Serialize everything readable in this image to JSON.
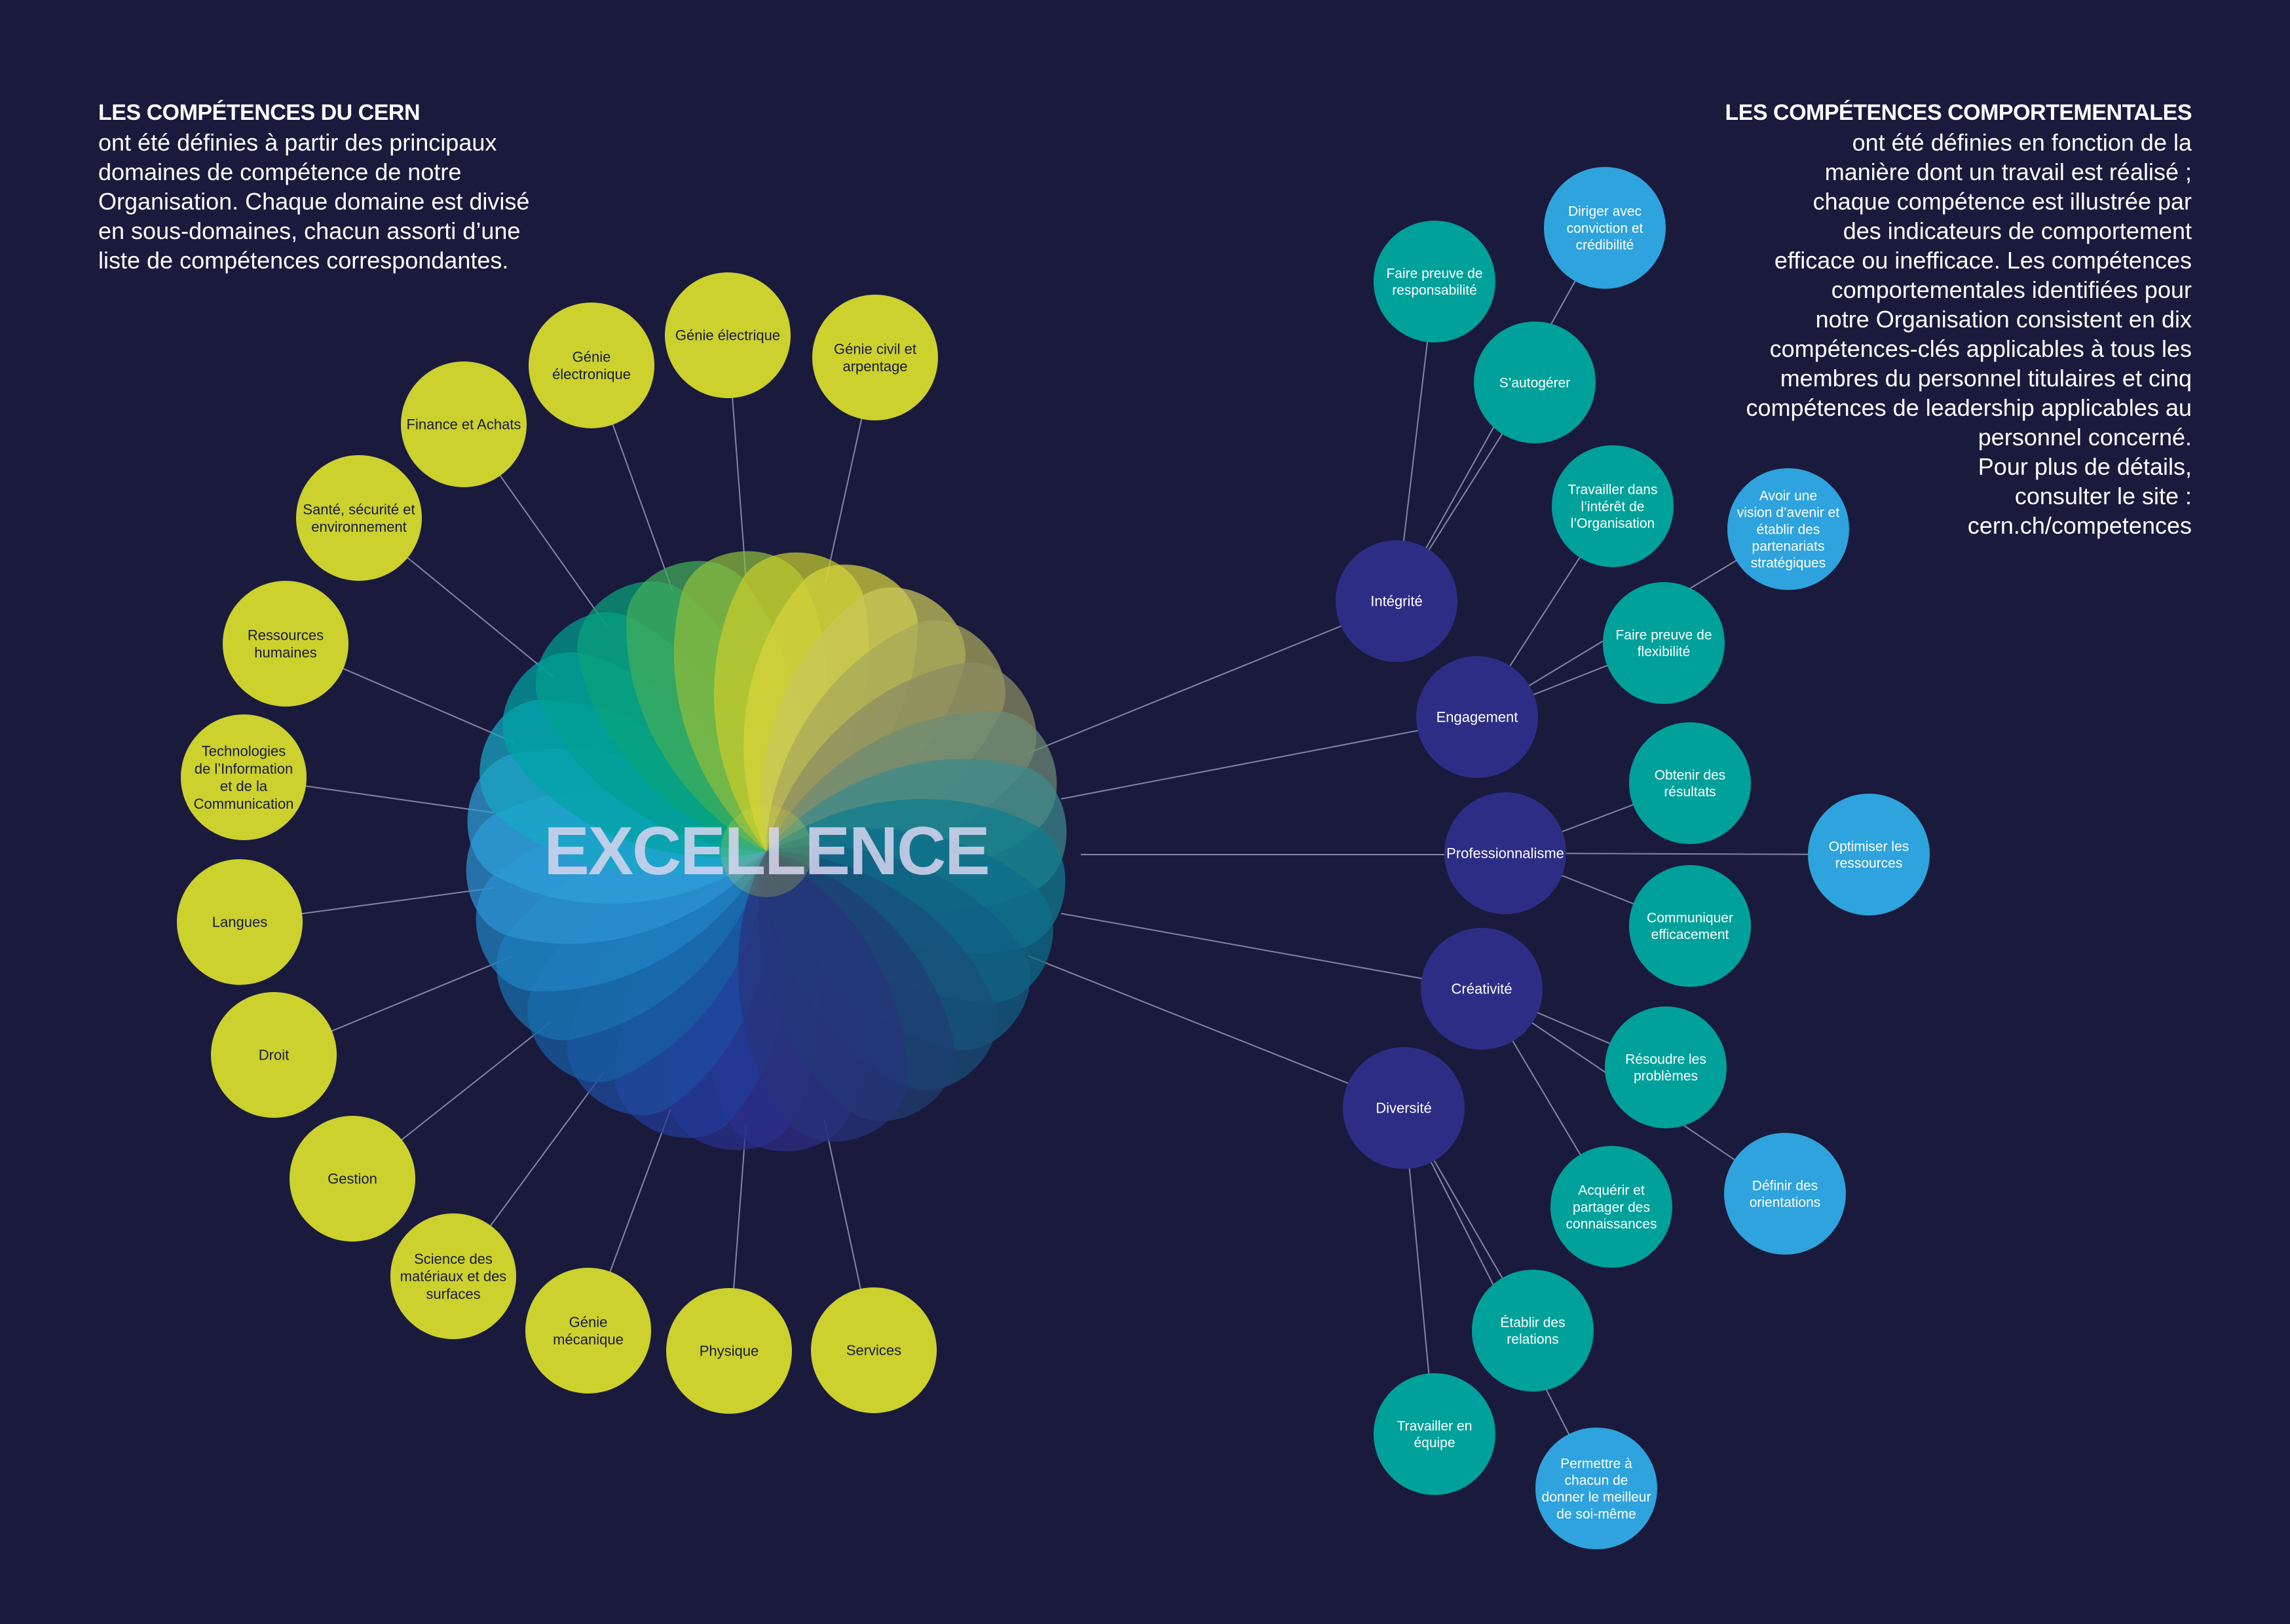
{
  "left_text": {
    "heading": "LES COMPÉTENCES DU CERN",
    "lines": [
      "ont été définies à partir des principaux",
      "domaines de compétence de notre",
      "Organisation. Chaque domaine est divisé",
      "en sous-domaines, chacun assorti d’une",
      "liste de compétences correspondantes."
    ]
  },
  "right_text": {
    "heading": "LES COMPÉTENCES COMPORTEMENTALES",
    "lines": [
      "ont été définies en fonction de la",
      "manière dont un travail est réalisé ;",
      "chaque compétence est illustrée par",
      "des indicateurs de comportement",
      "efficace ou inefficace. Les compétences",
      "comportementales identifiées pour",
      "notre Organisation consistent en dix",
      "compétences-clés applicables à tous les",
      "membres du personnel titulaires et cinq",
      "compétences de leadership applicables au",
      "personnel concerné.",
      "Pour plus de détails,",
      "consulter le site :",
      "cern.ch/competences"
    ]
  },
  "center": {
    "label": "EXCELLENCE"
  },
  "colors": {
    "background": "#1a1a3d",
    "domain": "#ccd12d",
    "core": "#2e2d86",
    "teal": "#00a19a",
    "blue": "#2ea3dd",
    "line": "#a7a9c8"
  },
  "domains": [
    {
      "label": [
        "Génie",
        "électronique"
      ]
    },
    {
      "label": [
        "Génie électrique"
      ]
    },
    {
      "label": [
        "Génie civil et",
        "arpentage"
      ]
    },
    {
      "label": [
        "Finance et Achats"
      ]
    },
    {
      "label": [
        "Santé, sécurité et",
        "environnement"
      ]
    },
    {
      "label": [
        "Ressources",
        "humaines"
      ]
    },
    {
      "label": [
        "Technologies",
        "de l’Information",
        "et de la",
        "Communication"
      ]
    },
    {
      "label": [
        "Langues"
      ]
    },
    {
      "label": [
        "Droit"
      ]
    },
    {
      "label": [
        "Gestion"
      ]
    },
    {
      "label": [
        "Science des",
        "matériaux et des",
        "surfaces"
      ]
    },
    {
      "label": [
        "Génie",
        "mécanique"
      ]
    },
    {
      "label": [
        "Physique"
      ]
    },
    {
      "label": [
        "Services"
      ]
    }
  ],
  "core_competencies": [
    {
      "label": [
        "Intégrité"
      ]
    },
    {
      "label": [
        "Engagement"
      ]
    },
    {
      "label": [
        "Professionnalisme"
      ]
    },
    {
      "label": [
        "Créativité"
      ]
    },
    {
      "label": [
        "Diversité"
      ]
    }
  ],
  "behaviours": [
    {
      "label": [
        "Faire preuve de",
        "responsabilité"
      ],
      "type": "teal"
    },
    {
      "label": [
        "Diriger avec",
        "conviction et",
        "crédibilité"
      ],
      "type": "blue"
    },
    {
      "label": [
        "S’autogérer"
      ],
      "type": "teal"
    },
    {
      "label": [
        "Travailler dans",
        "l’intérêt de",
        "l’Organisation"
      ],
      "type": "teal"
    },
    {
      "label": [
        "Avoir une",
        "vision d’avenir et",
        "établir des",
        "partenariats",
        "stratégiques"
      ],
      "type": "blue"
    },
    {
      "label": [
        "Faire preuve de",
        "flexibilité"
      ],
      "type": "teal"
    },
    {
      "label": [
        "Obtenir des",
        "résultats"
      ],
      "type": "teal"
    },
    {
      "label": [
        "Optimiser les",
        "ressources"
      ],
      "type": "blue"
    },
    {
      "label": [
        "Communiquer",
        "efficacement"
      ],
      "type": "teal"
    },
    {
      "label": [
        "Résoudre les",
        "problèmes"
      ],
      "type": "teal"
    },
    {
      "label": [
        "Définir des",
        "orientations"
      ],
      "type": "blue"
    },
    {
      "label": [
        "Acquérir et",
        "partager des",
        "connaissances"
      ],
      "type": "teal"
    },
    {
      "label": [
        "Établir des",
        "relations"
      ],
      "type": "teal"
    },
    {
      "label": [
        "Travailler en",
        "équipe"
      ],
      "type": "teal"
    },
    {
      "label": [
        "Permettre à",
        "chacun de",
        "donner le meilleur",
        "de soi-même"
      ],
      "type": "blue"
    }
  ]
}
